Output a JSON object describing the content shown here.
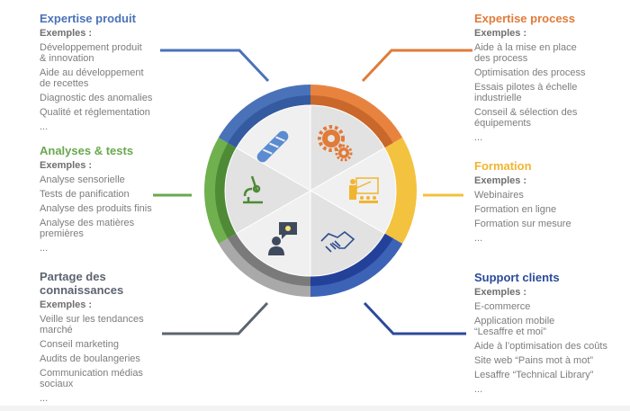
{
  "colors": {
    "produit": "#4a72b8",
    "analyses": "#6aa84f",
    "partage": "#5d6470",
    "process": "#e07b39",
    "formation": "#f2c03e",
    "support": "#2b4a9a",
    "text": "#7d7d7d"
  },
  "segments": [
    {
      "name": "process",
      "light": "#e8833f",
      "dark": "#c9682a",
      "icon": "gears-icon"
    },
    {
      "name": "formation",
      "light": "#f3c23f",
      "dark": "#f3c23f",
      "icon": "teacher-icon"
    },
    {
      "name": "support",
      "light": "#3c63b6",
      "dark": "#24419a",
      "icon": "handshake-icon"
    },
    {
      "name": "partage",
      "light": "#a9a9a9",
      "dark": "#7a7a7a",
      "icon": "idea-person-icon"
    },
    {
      "name": "analyses",
      "light": "#70b04e",
      "dark": "#4f8a37",
      "icon": "microscope-icon"
    },
    {
      "name": "produit",
      "light": "#4a72b8",
      "dark": "#345aa0",
      "icon": "baguette-icon"
    }
  ],
  "blocks": {
    "produit": {
      "title": "Expertise produit",
      "examples": "Exemples :",
      "items": [
        "Développement produit\n& innovation",
        "Aide au développement\nde recettes",
        "Diagnostic des anomalies",
        "Qualité et réglementation",
        "..."
      ]
    },
    "analyses": {
      "title": "Analyses & tests",
      "examples": "Exemples :",
      "items": [
        "Analyse sensorielle",
        "Tests de panification",
        "Analyse des produits finis",
        "Analyse des matières\npremières",
        "..."
      ]
    },
    "partage": {
      "title": "Partage des\nconnaissances",
      "examples": "Exemples :",
      "items": [
        "Veille sur les tendances\nmarché",
        "Conseil marketing",
        "Audits de boulangeries",
        "Communication médias\nsociaux",
        "..."
      ]
    },
    "process": {
      "title": "Expertise process",
      "examples": "Exemples :",
      "items": [
        "Aide à la mise en place\ndes process",
        "Optimisation des process",
        "Essais pilotes à échelle\nindustrielle",
        "Conseil & sélection des\néquipements",
        "..."
      ]
    },
    "formation": {
      "title": "Formation",
      "examples": "Exemples :",
      "items": [
        "Webinaires",
        "Formation en ligne",
        "Formation sur mesure",
        "..."
      ]
    },
    "support": {
      "title": "Support clients",
      "examples": "Exemples :",
      "items": [
        "E-commerce",
        "Application mobile\n“Lesaffre et moi”",
        "Aide à l’optimisation des coûts",
        "Site web “Pains mot à mot”",
        "Lesaffre “Technical Library”",
        "..."
      ]
    }
  }
}
